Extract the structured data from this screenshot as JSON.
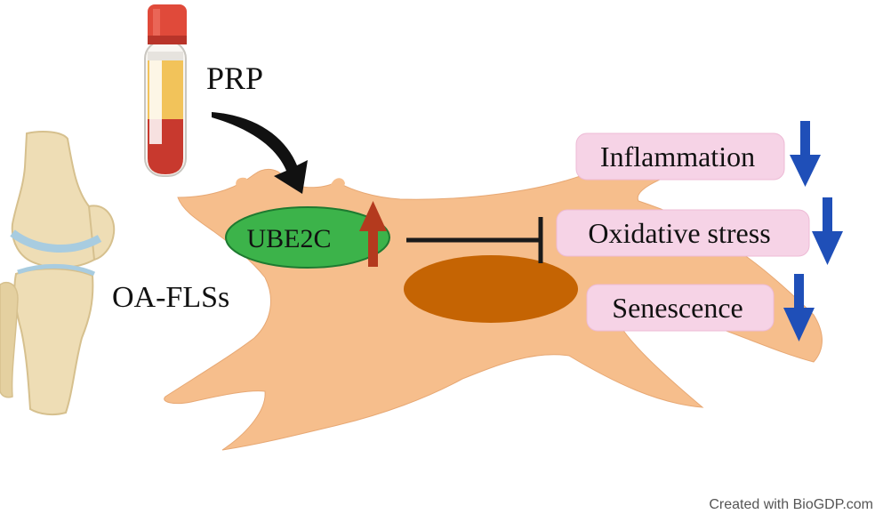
{
  "labels": {
    "prp": "PRP",
    "cells": "OA-FLSs",
    "gene": "UBE2C",
    "credit": "Created with BioGDP.com"
  },
  "effects": [
    {
      "label": "Inflammation",
      "trend": "down"
    },
    {
      "label": "Oxidative stress",
      "trend": "down"
    },
    {
      "label": "Senescence",
      "trend": "down"
    }
  ],
  "colors": {
    "cell": "#F6BE8C",
    "nucleus": "#C56403",
    "gene_fill": "#3CB34A",
    "gene_stroke": "#1E7A30",
    "up_arrow": "#B43A1E",
    "down_arrow": "#1F4FB8",
    "effect_box": "#F6D3E6",
    "inhibition": "#1A1A1A",
    "blood": "#C8392E",
    "plasma": "#F2C35A",
    "tube_cap": "#E04A3A",
    "bone": "#EEDDB5",
    "cartilage": "#A8CCE0"
  }
}
